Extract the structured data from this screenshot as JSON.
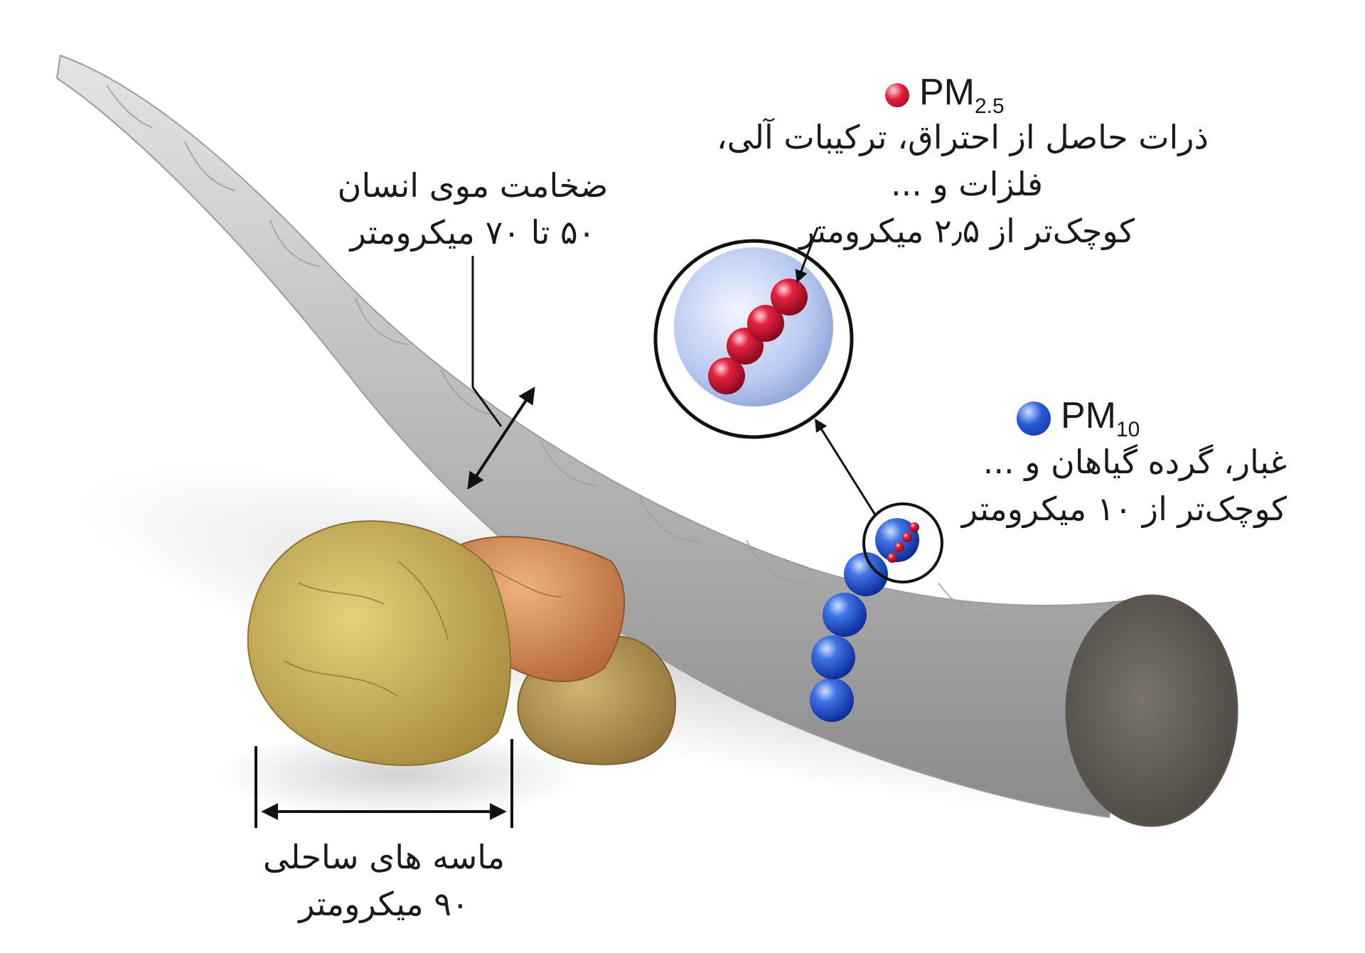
{
  "hair": {
    "title": "ضخامت موی انسان",
    "size": "۵۰ تا ۷۰ میکرومتر"
  },
  "sand": {
    "title": "ماسه های ساحلی",
    "size": "۹۰ میکرومتر"
  },
  "pm25": {
    "label": "PM",
    "subscript": "2.5",
    "line1": "ذرات حاصل از احتراق، ترکیبات آلی،",
    "line2": "فلزات و ...",
    "line3": "کوچک‌تر از ۲٫۵ میکرومتر",
    "color": "#e01e3c"
  },
  "pm10": {
    "label": "PM",
    "subscript": "10",
    "line1": "غبار، گرده گیاهان و ...",
    "line2": "کوچک‌تر از ۱۰ میکرومتر",
    "color": "#2a5bd7"
  }
}
